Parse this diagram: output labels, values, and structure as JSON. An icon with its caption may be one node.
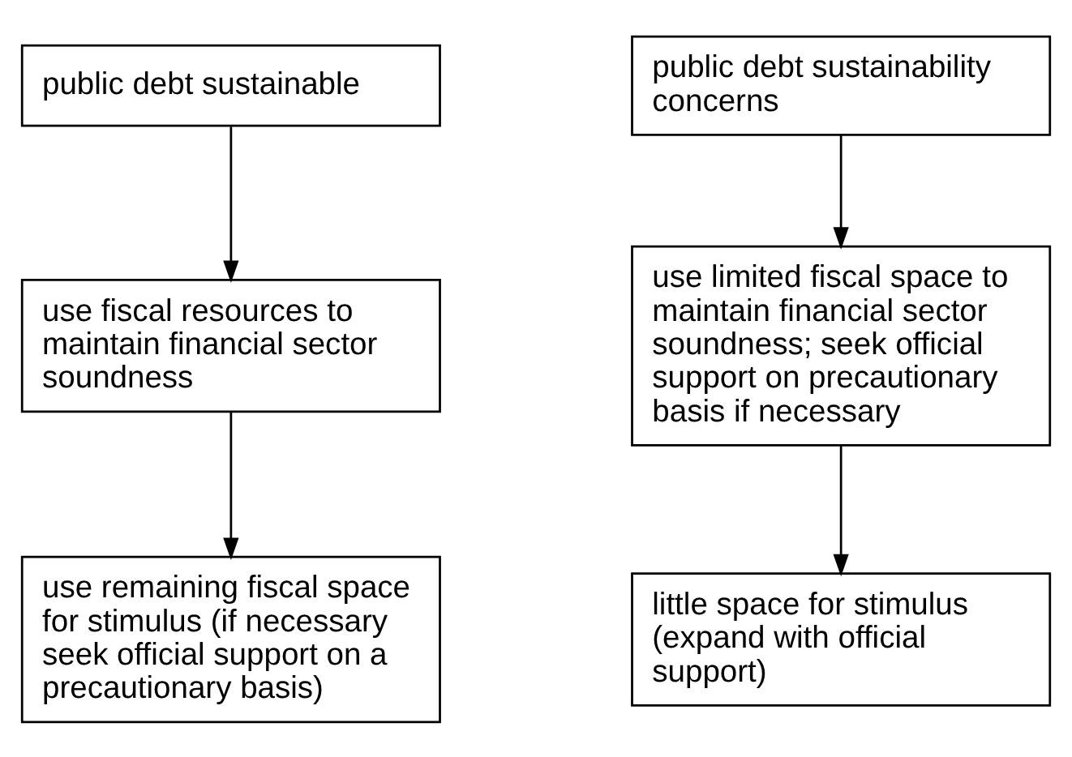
{
  "diagram": {
    "nodes": [
      {
        "text": [
          "public debt sustainable"
        ]
      },
      {
        "text": [
          "use fiscal resources to maintain financial sector soundness"
        ]
      },
      {
        "text": [
          "use remaining fiscal space for stimulus (if necessary seek official support on a precautionary basis)"
        ]
      },
      {
        "text": [
          "public debt sustainability concerns"
        ]
      },
      {
        "text": [
          "use limited fiscal space to maintain financial sector soundness; seek official support on precautionary basis if necessary"
        ]
      },
      {
        "text": [
          "little space for stimulus (expand with official support)"
        ]
      }
    ],
    "edges": [
      {
        "from": 0,
        "to": 1,
        "arrow": "to"
      },
      {
        "from": 1,
        "to": 2,
        "arrow": "to"
      },
      {
        "from": 3,
        "to": 4,
        "arrow": "to"
      },
      {
        "from": 4,
        "to": 5,
        "arrow": "to"
      }
    ]
  }
}
